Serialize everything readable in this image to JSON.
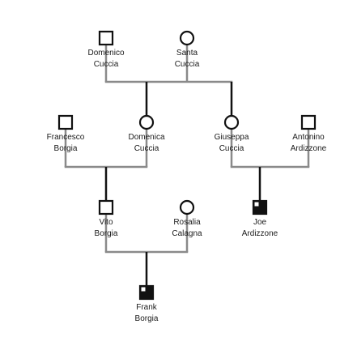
{
  "diagram": {
    "colors": {
      "line": "#8a8a8a",
      "stroke": "#111111",
      "affected": "#111111",
      "unaffected": "#ffffff",
      "text": "#1a1a1a"
    },
    "people": [
      {
        "id": "domenico",
        "sex": "male",
        "affected": false,
        "carrier": false,
        "name": [
          "Domenico",
          "Cuccia"
        ]
      },
      {
        "id": "santa",
        "sex": "female",
        "affected": false,
        "carrier": false,
        "name": [
          "Santa",
          "Cuccia"
        ]
      },
      {
        "id": "francesco",
        "sex": "male",
        "affected": false,
        "carrier": false,
        "name": [
          "Francesco",
          "Borgia"
        ]
      },
      {
        "id": "domenica",
        "sex": "female",
        "affected": false,
        "carrier": false,
        "name": [
          "Domenica",
          "Cuccia"
        ]
      },
      {
        "id": "giuseppa",
        "sex": "female",
        "affected": false,
        "carrier": false,
        "name": [
          "Giuseppa",
          "Cuccia"
        ]
      },
      {
        "id": "antonino",
        "sex": "male",
        "affected": false,
        "carrier": false,
        "name": [
          "Antonino",
          "Ardizzone"
        ]
      },
      {
        "id": "vito",
        "sex": "male",
        "affected": false,
        "carrier": false,
        "name": [
          "Vito",
          "Borgia"
        ]
      },
      {
        "id": "rosalia",
        "sex": "female",
        "affected": false,
        "carrier": false,
        "name": [
          "Rosalia",
          "Calagna"
        ]
      },
      {
        "id": "joe",
        "sex": "male",
        "affected": true,
        "carrier": true,
        "name": [
          "Joe",
          "Ardizzone"
        ]
      },
      {
        "id": "frank",
        "sex": "male",
        "affected": true,
        "carrier": true,
        "name": [
          "Frank",
          "Borgia"
        ]
      }
    ],
    "unions": [
      {
        "id": "u1",
        "partners": [
          "domenico",
          "santa"
        ],
        "children": [
          "domenica",
          "giuseppa"
        ]
      },
      {
        "id": "u2",
        "partners": [
          "francesco",
          "domenica"
        ],
        "children": [
          "vito"
        ]
      },
      {
        "id": "u3",
        "partners": [
          "giuseppa",
          "antonino"
        ],
        "children": [
          "joe"
        ]
      },
      {
        "id": "u4",
        "partners": [
          "vito",
          "rosalia"
        ],
        "children": [
          "frank"
        ]
      }
    ]
  }
}
